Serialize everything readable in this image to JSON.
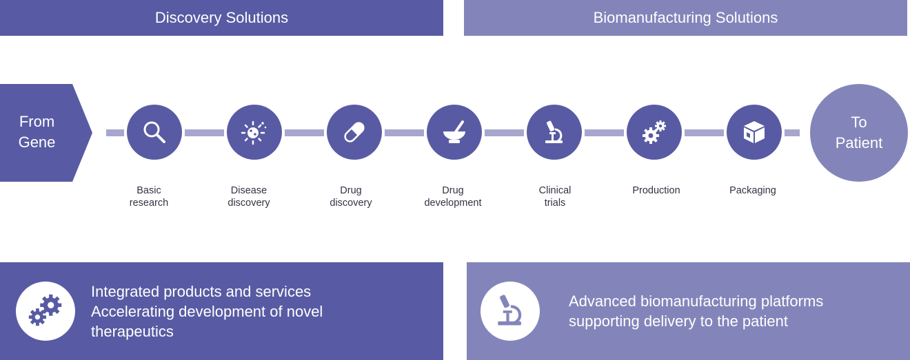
{
  "banners": {
    "discovery": "Discovery Solutions",
    "biomanufacturing": "Biomanufacturing Solutions"
  },
  "start": {
    "line1": "From",
    "line2": "Gene"
  },
  "end": {
    "line1": "To",
    "line2": "Patient"
  },
  "steps": [
    {
      "line1": "Basic",
      "line2": "research",
      "icon": "magnifier-icon"
    },
    {
      "line1": "Disease",
      "line2": "discovery",
      "icon": "virus-icon"
    },
    {
      "line1": "Drug",
      "line2": "discovery",
      "icon": "pill-icon"
    },
    {
      "line1": "Drug",
      "line2": "development",
      "icon": "mortar-pestle-icon"
    },
    {
      "line1": "Clinical",
      "line2": "trials",
      "icon": "microscope-icon"
    },
    {
      "line1": "Production",
      "line2": "",
      "icon": "gears-icon"
    },
    {
      "line1": "Packaging",
      "line2": "",
      "icon": "package-box-icon"
    }
  ],
  "panels": {
    "discovery": {
      "icon": "gears-icon",
      "lines": [
        "Integrated products and services",
        "Accelerating development of novel",
        "therapeutics"
      ]
    },
    "biomanufacturing": {
      "icon": "microscope-icon",
      "lines": [
        "Advanced biomanufacturing platforms",
        "supporting delivery to the patient"
      ]
    }
  },
  "colors": {
    "discovery": "#585ba3",
    "biomanufacturing": "#8385ba",
    "connector": "#a7a6cf"
  }
}
